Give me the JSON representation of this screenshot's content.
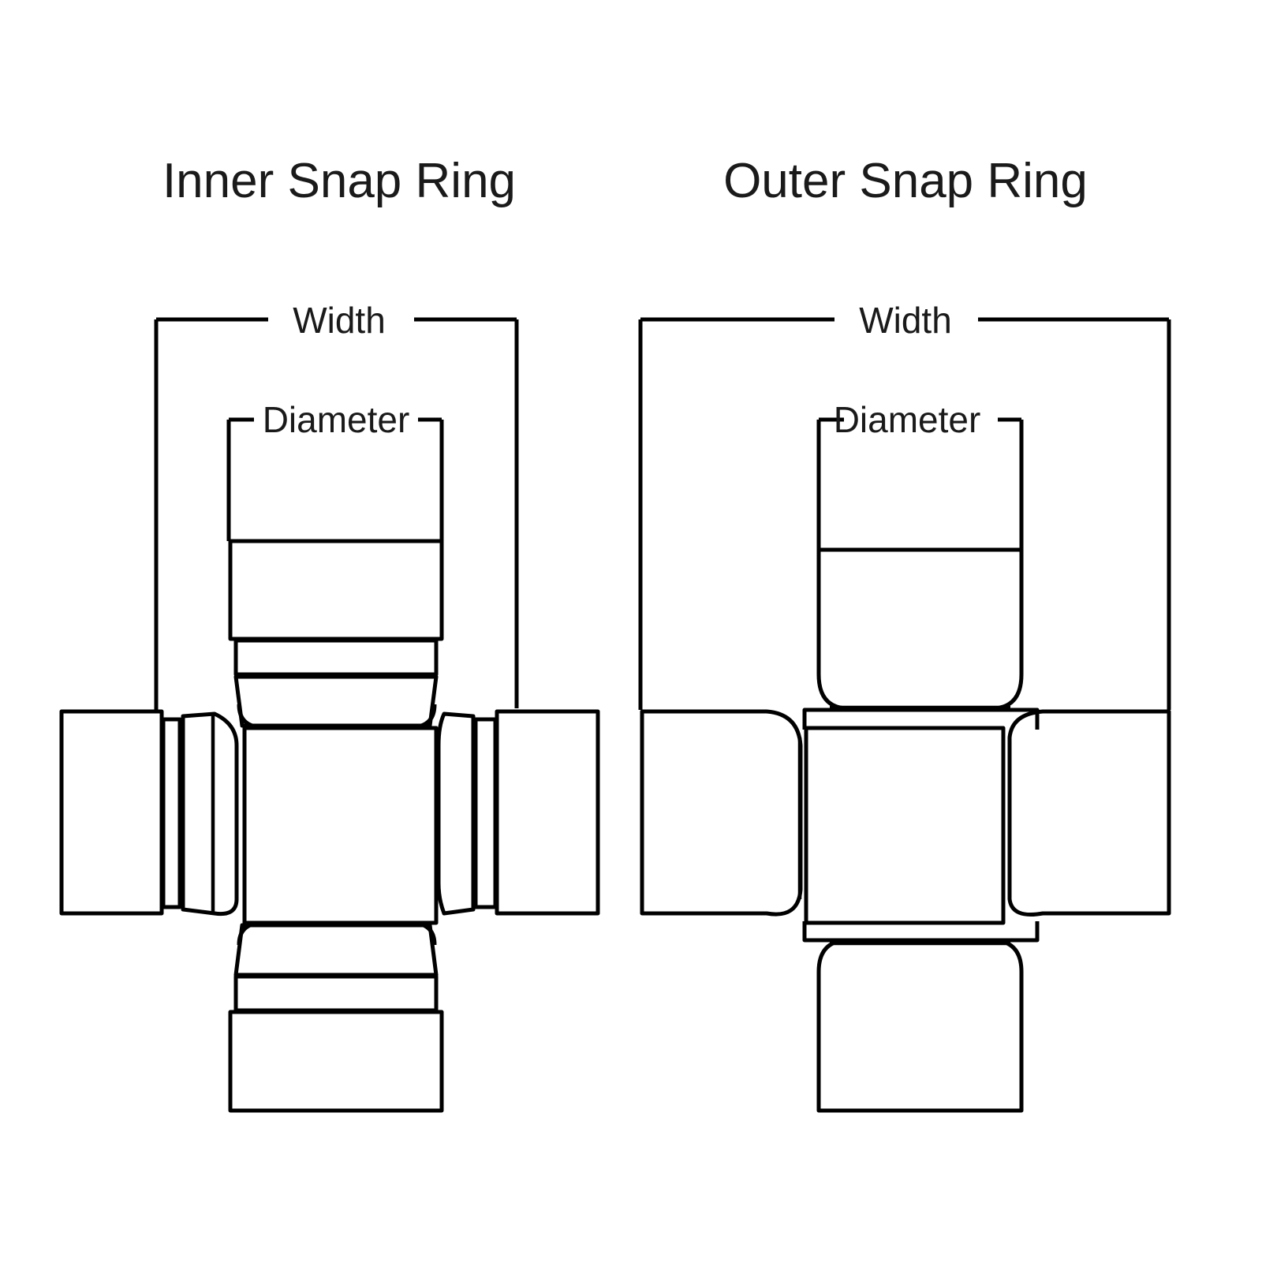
{
  "figure": {
    "background_color": "#ffffff",
    "line_color": "#000000",
    "text_color": "#1a1a1a",
    "panels": [
      {
        "id": "inner-snap-ring",
        "title": "Inner Snap Ring",
        "dimensions": {
          "width_label": "Width",
          "diameter_label": "Diameter"
        }
      },
      {
        "id": "outer-snap-ring",
        "title": "Outer Snap Ring",
        "dimensions": {
          "width_label": "Width",
          "diameter_label": "Diameter"
        }
      }
    ]
  },
  "labels": {
    "left_title": "Inner Snap Ring",
    "right_title": "Outer Snap Ring",
    "left_width": "Width",
    "left_diameter": "Diameter",
    "right_width": "Width",
    "right_diameter": "Diameter"
  }
}
